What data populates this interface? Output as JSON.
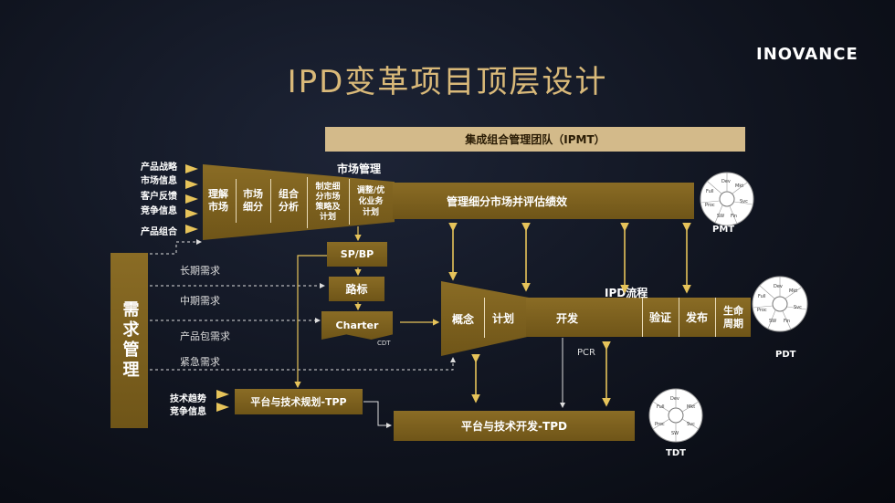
{
  "title": "IPD变革项目顶层设计",
  "logo": "INOVANCE",
  "ipmt": "集成组合管理团队（IPMT）",
  "market": {
    "heading": "市场管理",
    "inputs": [
      "产品战略",
      "市场信息",
      "客户反馈",
      "竞争信息",
      "产品组合"
    ],
    "steps": [
      "理解\n市场",
      "市场\n细分",
      "组合\n分析",
      "制定细\n分市场\n策略及\n计划",
      "调整/优\n化业务\n计划"
    ],
    "bar": "管理细分市场并评估绩效"
  },
  "demand": {
    "label": "需求管理",
    "flows": [
      "长期需求",
      "中期需求",
      "产品包需求",
      "紧急需求"
    ]
  },
  "sp": "SP/BP",
  "roadmap": "路标",
  "charter": "Charter",
  "cdt": "CDT",
  "ipd": {
    "heading": "IPD流程",
    "steps": [
      "概念",
      "计划",
      "开发",
      "验证",
      "发布",
      "生命\n周期"
    ],
    "pcr": "PCR"
  },
  "tpp": {
    "inputs": [
      "技术趋势",
      "竞争信息"
    ],
    "label": "平台与技术规划-TPP"
  },
  "tpd": "平台与技术开发-TPD",
  "wheel": {
    "segments": [
      "Dev",
      "Mkt",
      "Svc",
      "Fin",
      "SW",
      "Proc",
      "Full"
    ],
    "segments_tdt": [
      "Dev",
      "Mkt",
      "Svc",
      "SW",
      "Proc",
      "Full"
    ]
  },
  "teams": [
    "PMT",
    "PDT",
    "TDT"
  ]
}
